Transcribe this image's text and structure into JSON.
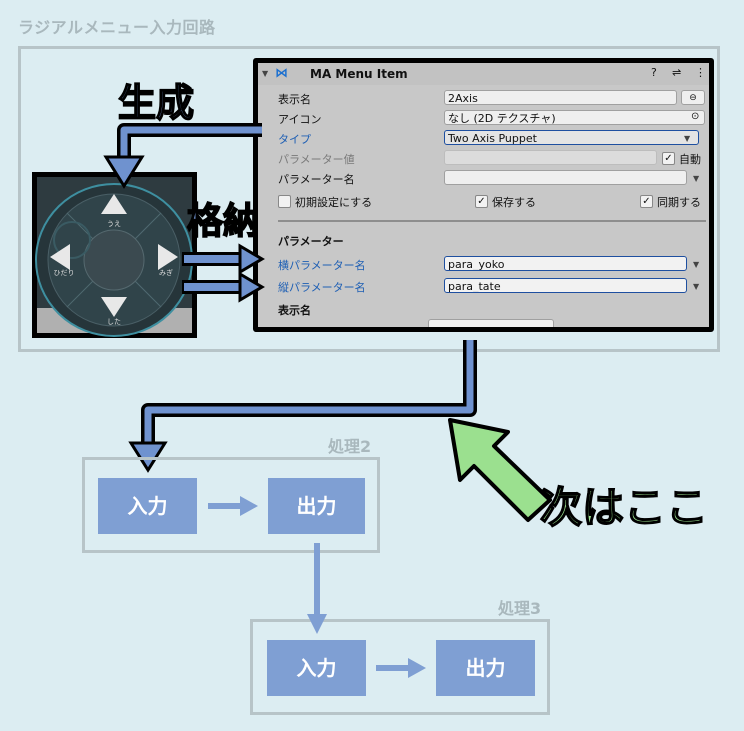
{
  "title": "ラジアルメニュー入力回路",
  "labels": {
    "generate": "生成",
    "store": "格納",
    "next": "次はここ"
  },
  "inspector": {
    "header": "MA Menu Item",
    "rows": {
      "display_name": {
        "label": "表示名",
        "value": "2Axis"
      },
      "icon": {
        "label": "アイコン",
        "value": "なし (2D テクスチャ)"
      },
      "type": {
        "label": "タイプ",
        "value": "Two Axis Puppet"
      },
      "param_value": {
        "label": "パラメーター値",
        "auto_label": "自動"
      },
      "param_name": {
        "label": "パラメーター名",
        "value": ""
      },
      "toggles": {
        "initial": "初期設定にする",
        "save": "保存する",
        "sync": "同期する"
      }
    },
    "parameters_heading": "パラメーター",
    "horizontal": {
      "label": "横パラメーター名",
      "value": "para_yoko"
    },
    "vertical": {
      "label": "縦パラメーター名",
      "value": "para_tate"
    },
    "display_heading": "表示名"
  },
  "menu_preview": {
    "up": "うえ",
    "down": "した",
    "left": "ひだり",
    "right": "みぎ"
  },
  "process2": {
    "title": "処理2",
    "input": "入力",
    "output": "出力"
  },
  "process3": {
    "title": "処理3",
    "input": "入力",
    "output": "出力"
  },
  "colors": {
    "background": "#dcedf2",
    "box": "#7f9fd3",
    "arrow_blue": "#6f92cf",
    "arrow_green": "#9be08f",
    "frame": "#b7c4c8"
  }
}
